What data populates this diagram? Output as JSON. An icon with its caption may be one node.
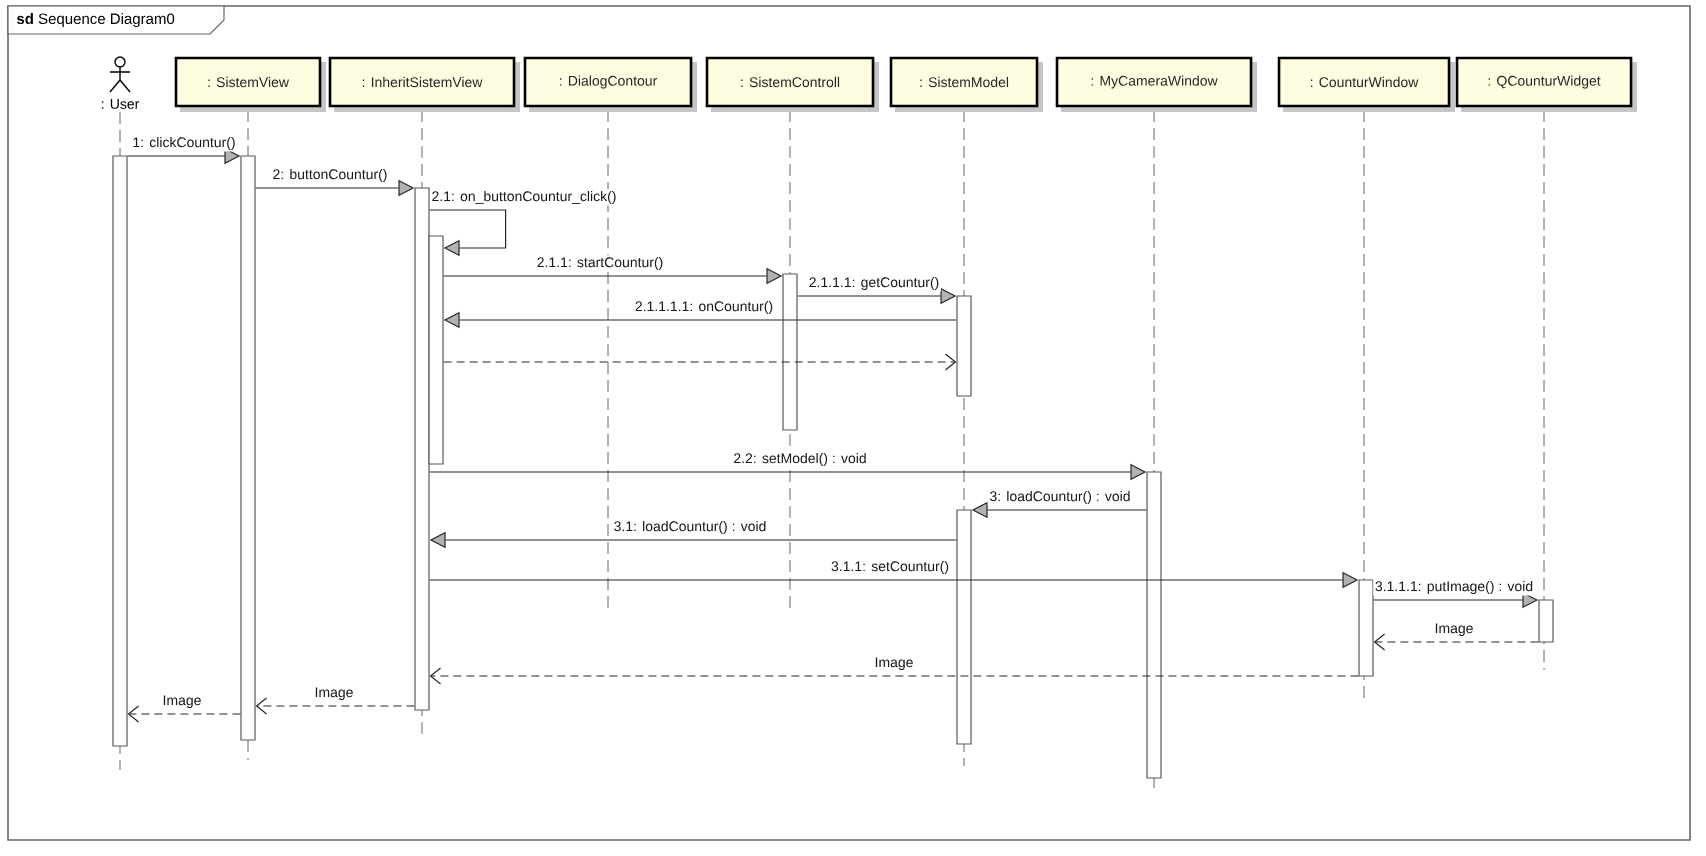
{
  "diagram": {
    "title": "**sd** Sequence Diagram0",
    "nodes": [
      {
        "text": [
          ": User"
        ]
      },
      {
        "text": [
          ": SistemView"
        ]
      },
      {
        "text": [
          ": InheritSistemView"
        ]
      },
      {
        "text": [
          ": DialogContour"
        ]
      },
      {
        "text": [
          ": SistemControll"
        ]
      },
      {
        "text": [
          ": SistemModel"
        ]
      },
      {
        "text": [
          ": MyCameraWindow"
        ]
      },
      {
        "text": [
          ": CounturWindow"
        ]
      },
      {
        "text": [
          ": QCounturWidget"
        ]
      },
      {
        "text": [],
        "shape": "bar"
      },
      {
        "text": [],
        "shape": "bar"
      },
      {
        "text": [],
        "shape": "bar"
      },
      {
        "text": [],
        "shape": "bar"
      },
      {
        "text": [],
        "shape": "bar"
      },
      {
        "text": [],
        "shape": "bar"
      },
      {
        "text": [],
        "shape": "bar"
      },
      {
        "text": [],
        "shape": "bar"
      },
      {
        "text": [],
        "shape": "bar"
      },
      {
        "text": [],
        "shape": "bar"
      }
    ],
    "edges": [
      {
        "from": 9,
        "to": 10,
        "arrow": "to",
        "label": "1: clickCountur()"
      },
      {
        "from": 10,
        "to": 11,
        "arrow": "to",
        "label": "2: buttonCountur()"
      },
      {
        "from": 11,
        "to": 12,
        "arrow": "to",
        "label": "2.1: on_buttonCountur_click()"
      },
      {
        "from": 12,
        "to": 13,
        "arrow": "to",
        "label": "2.1.1: startCountur()"
      },
      {
        "from": 13,
        "to": 14,
        "arrow": "to",
        "label": "2.1.1.1: getCountur()"
      },
      {
        "from": 14,
        "to": 12,
        "arrow": "to",
        "label": "2.1.1.1.1: onCountur()"
      },
      {
        "from": 12,
        "to": 14,
        "arrow": "to",
        "style": "dashed"
      },
      {
        "from": 11,
        "to": 16,
        "arrow": "to",
        "label": "2.2: setModel() : void"
      },
      {
        "from": 16,
        "to": 15,
        "arrow": "to",
        "label": "3: loadCountur() : void"
      },
      {
        "from": 15,
        "to": 11,
        "arrow": "to",
        "label": "3.1: loadCountur() : void"
      },
      {
        "from": 11,
        "to": 17,
        "arrow": "to",
        "label": "3.1.1: setCountur()"
      },
      {
        "from": 17,
        "to": 18,
        "arrow": "to",
        "label": "3.1.1.1: putImage() : void"
      },
      {
        "from": 18,
        "to": 17,
        "arrow": "to",
        "style": "dashed",
        "label": "Image"
      },
      {
        "from": 17,
        "to": 11,
        "arrow": "to",
        "style": "dashed",
        "label": "Image"
      },
      {
        "from": 11,
        "to": 10,
        "arrow": "to",
        "style": "dashed",
        "label": "Image"
      },
      {
        "from": 10,
        "to": 9,
        "arrow": "to",
        "style": "dashed",
        "label": "Image"
      }
    ]
  }
}
